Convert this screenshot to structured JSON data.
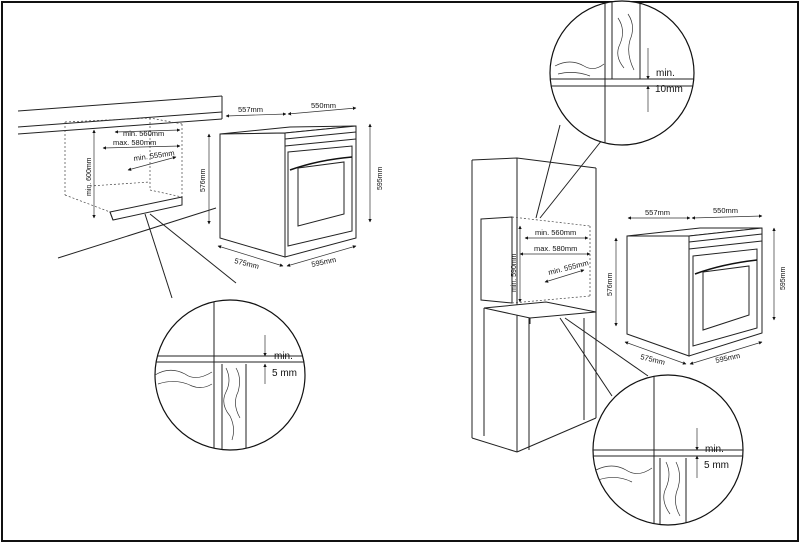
{
  "left": {
    "cabinet_dims": {
      "width_min": "min. 560mm",
      "width_max": "max. 580mm",
      "depth_min": "min. 555mm",
      "height_min": "min. 600mm"
    },
    "oven_dims": {
      "top_depth": "557mm",
      "top_width": "550mm",
      "height_front": "595mm",
      "height_side": "576mm",
      "bottom_depth": "575mm",
      "bottom_width": "595mm"
    },
    "detail": {
      "gap_label_line1": "min.",
      "gap_label_line2": "5 mm"
    }
  },
  "right": {
    "cabinet_dims": {
      "width_min": "min. 560mm",
      "width_max": "max. 580mm",
      "depth_min": "min. 555mm",
      "height_min": "min. 590mm"
    },
    "oven_dims": {
      "top_depth": "557mm",
      "top_width": "550mm",
      "height_front": "595mm",
      "height_side": "576mm",
      "bottom_depth": "575mm",
      "bottom_width": "595mm"
    },
    "detail_top": {
      "gap_label_line1": "min.",
      "gap_label_line2": "10mm"
    },
    "detail_bottom": {
      "gap_label_line1": "min.",
      "gap_label_line2": "5 mm"
    }
  }
}
